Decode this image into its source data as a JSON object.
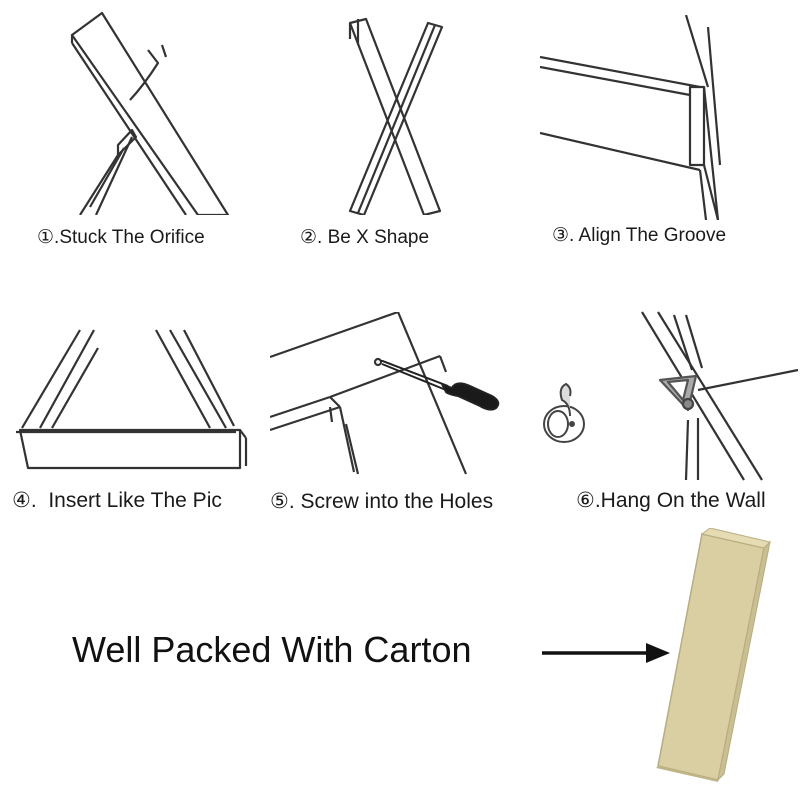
{
  "steps": [
    {
      "number": "①",
      "label": ".Stuck The Orifice"
    },
    {
      "number": "②",
      "label": ". Be X Shape"
    },
    {
      "number": "③",
      "label": ". Align The Groove"
    },
    {
      "number": "④",
      "label": ".  Insert Like The Pic"
    },
    {
      "number": "⑤",
      "label": ". Screw into the Holes"
    },
    {
      "number": "⑥",
      "label": ".Hang On the Wall"
    }
  ],
  "packaging": {
    "caption": "Well Packed With Carton",
    "box_color": "#d9cfa3"
  },
  "colors": {
    "line": "#333333",
    "text": "#1a1a1a",
    "screwdriver_handle": "#1a1a1a",
    "bracket": "#888888"
  },
  "icons": [
    "screwdriver-icon",
    "wall-hook-icon",
    "hanging-bracket-icon",
    "arrow-right-icon"
  ]
}
